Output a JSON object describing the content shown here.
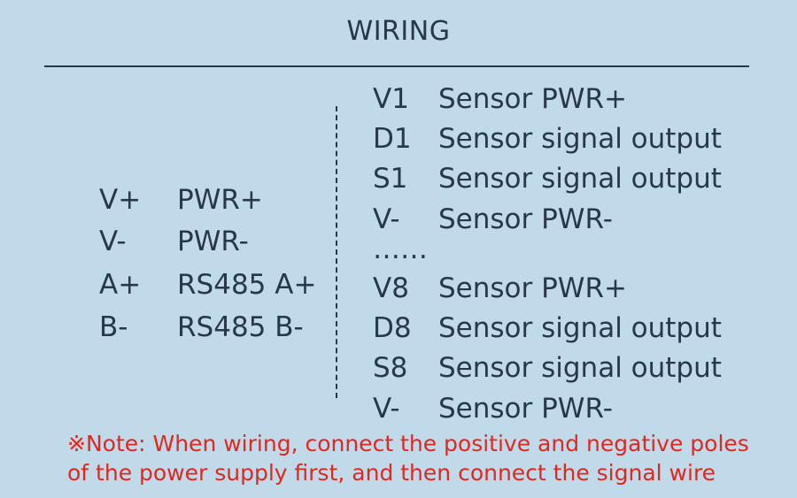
{
  "title": "WIRING",
  "left_pins": [
    {
      "code": "V+",
      "desc": "PWR+"
    },
    {
      "code": "V-",
      "desc": "PWR-"
    },
    {
      "code": "A+",
      "desc": "RS485 A+"
    },
    {
      "code": "B-",
      "desc": "RS485 B-"
    }
  ],
  "right_top": [
    {
      "code": "V1",
      "desc": "Sensor PWR+"
    },
    {
      "code": "D1",
      "desc": "Sensor signal output"
    },
    {
      "code": "S1",
      "desc": "Sensor signal output"
    },
    {
      "code": "V-",
      "desc": "Sensor PWR-"
    }
  ],
  "ellipsis": "……",
  "right_bottom": [
    {
      "code": "V8",
      "desc": "Sensor PWR+"
    },
    {
      "code": "D8",
      "desc": "Sensor signal output"
    },
    {
      "code": "S8",
      "desc": "Sensor signal output"
    },
    {
      "code": "V-",
      "desc": "Sensor PWR-"
    }
  ],
  "note": {
    "line1": "※Note: When wiring, connect the positive and negative poles",
    "line2": "of the power supply first, and then connect the signal wire"
  },
  "colors": {
    "background": "#c1dae9",
    "text": "#27384a",
    "note": "#e3261f"
  }
}
